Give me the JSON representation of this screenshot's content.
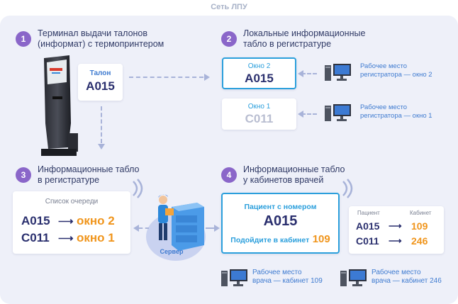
{
  "title": "Сеть ЛПУ",
  "step1": {
    "num": "1",
    "text": "Терминал выдачи талонов\n(информат) с термопринтером"
  },
  "step2": {
    "num": "2",
    "text": "Локальные информационные\nтабло в регистратуре"
  },
  "step3": {
    "num": "3",
    "text": "Информационные табло\nв регистратуре"
  },
  "step4": {
    "num": "4",
    "text": "Информационные табло\nу кабинетов врачей"
  },
  "ticket": {
    "label": "Талон",
    "code": "A015"
  },
  "window2": {
    "label": "Окно 2",
    "code": "A015"
  },
  "window1": {
    "label": "Окно 1",
    "code": "C011"
  },
  "pc_reg2": "Рабочее место\nрегистратора — окно 2",
  "pc_reg1": "Рабочее место\nрегистратора — окно 1",
  "queue": {
    "header": "Список очереди",
    "rows": [
      {
        "code": "A015",
        "arrow": "⟶",
        "window": "окно 2"
      },
      {
        "code": "C011",
        "arrow": "⟶",
        "window": "окно 1"
      }
    ]
  },
  "server_label": "Сервер",
  "doctor_board": {
    "line1": "Пациент с номером",
    "code": "A015",
    "invite": "Подойдите в кабинет",
    "cabinet": "109"
  },
  "cabinet_table": {
    "col_patient": "Пациент",
    "col_cabinet": "Кабинет",
    "rows": [
      {
        "code": "A015",
        "arrow": "⟶",
        "cabinet": "109"
      },
      {
        "code": "C011",
        "arrow": "⟶",
        "cabinet": "246"
      }
    ]
  },
  "pc_doc109": "Рабочее место\nврача — кабинет 109",
  "pc_doc246": "Рабочее место\nврача — кабинет 246",
  "colors": {
    "accent": "#8a66c9",
    "navy": "#2a2f6e",
    "orange": "#f0951c",
    "blue": "#2b9fdc"
  }
}
